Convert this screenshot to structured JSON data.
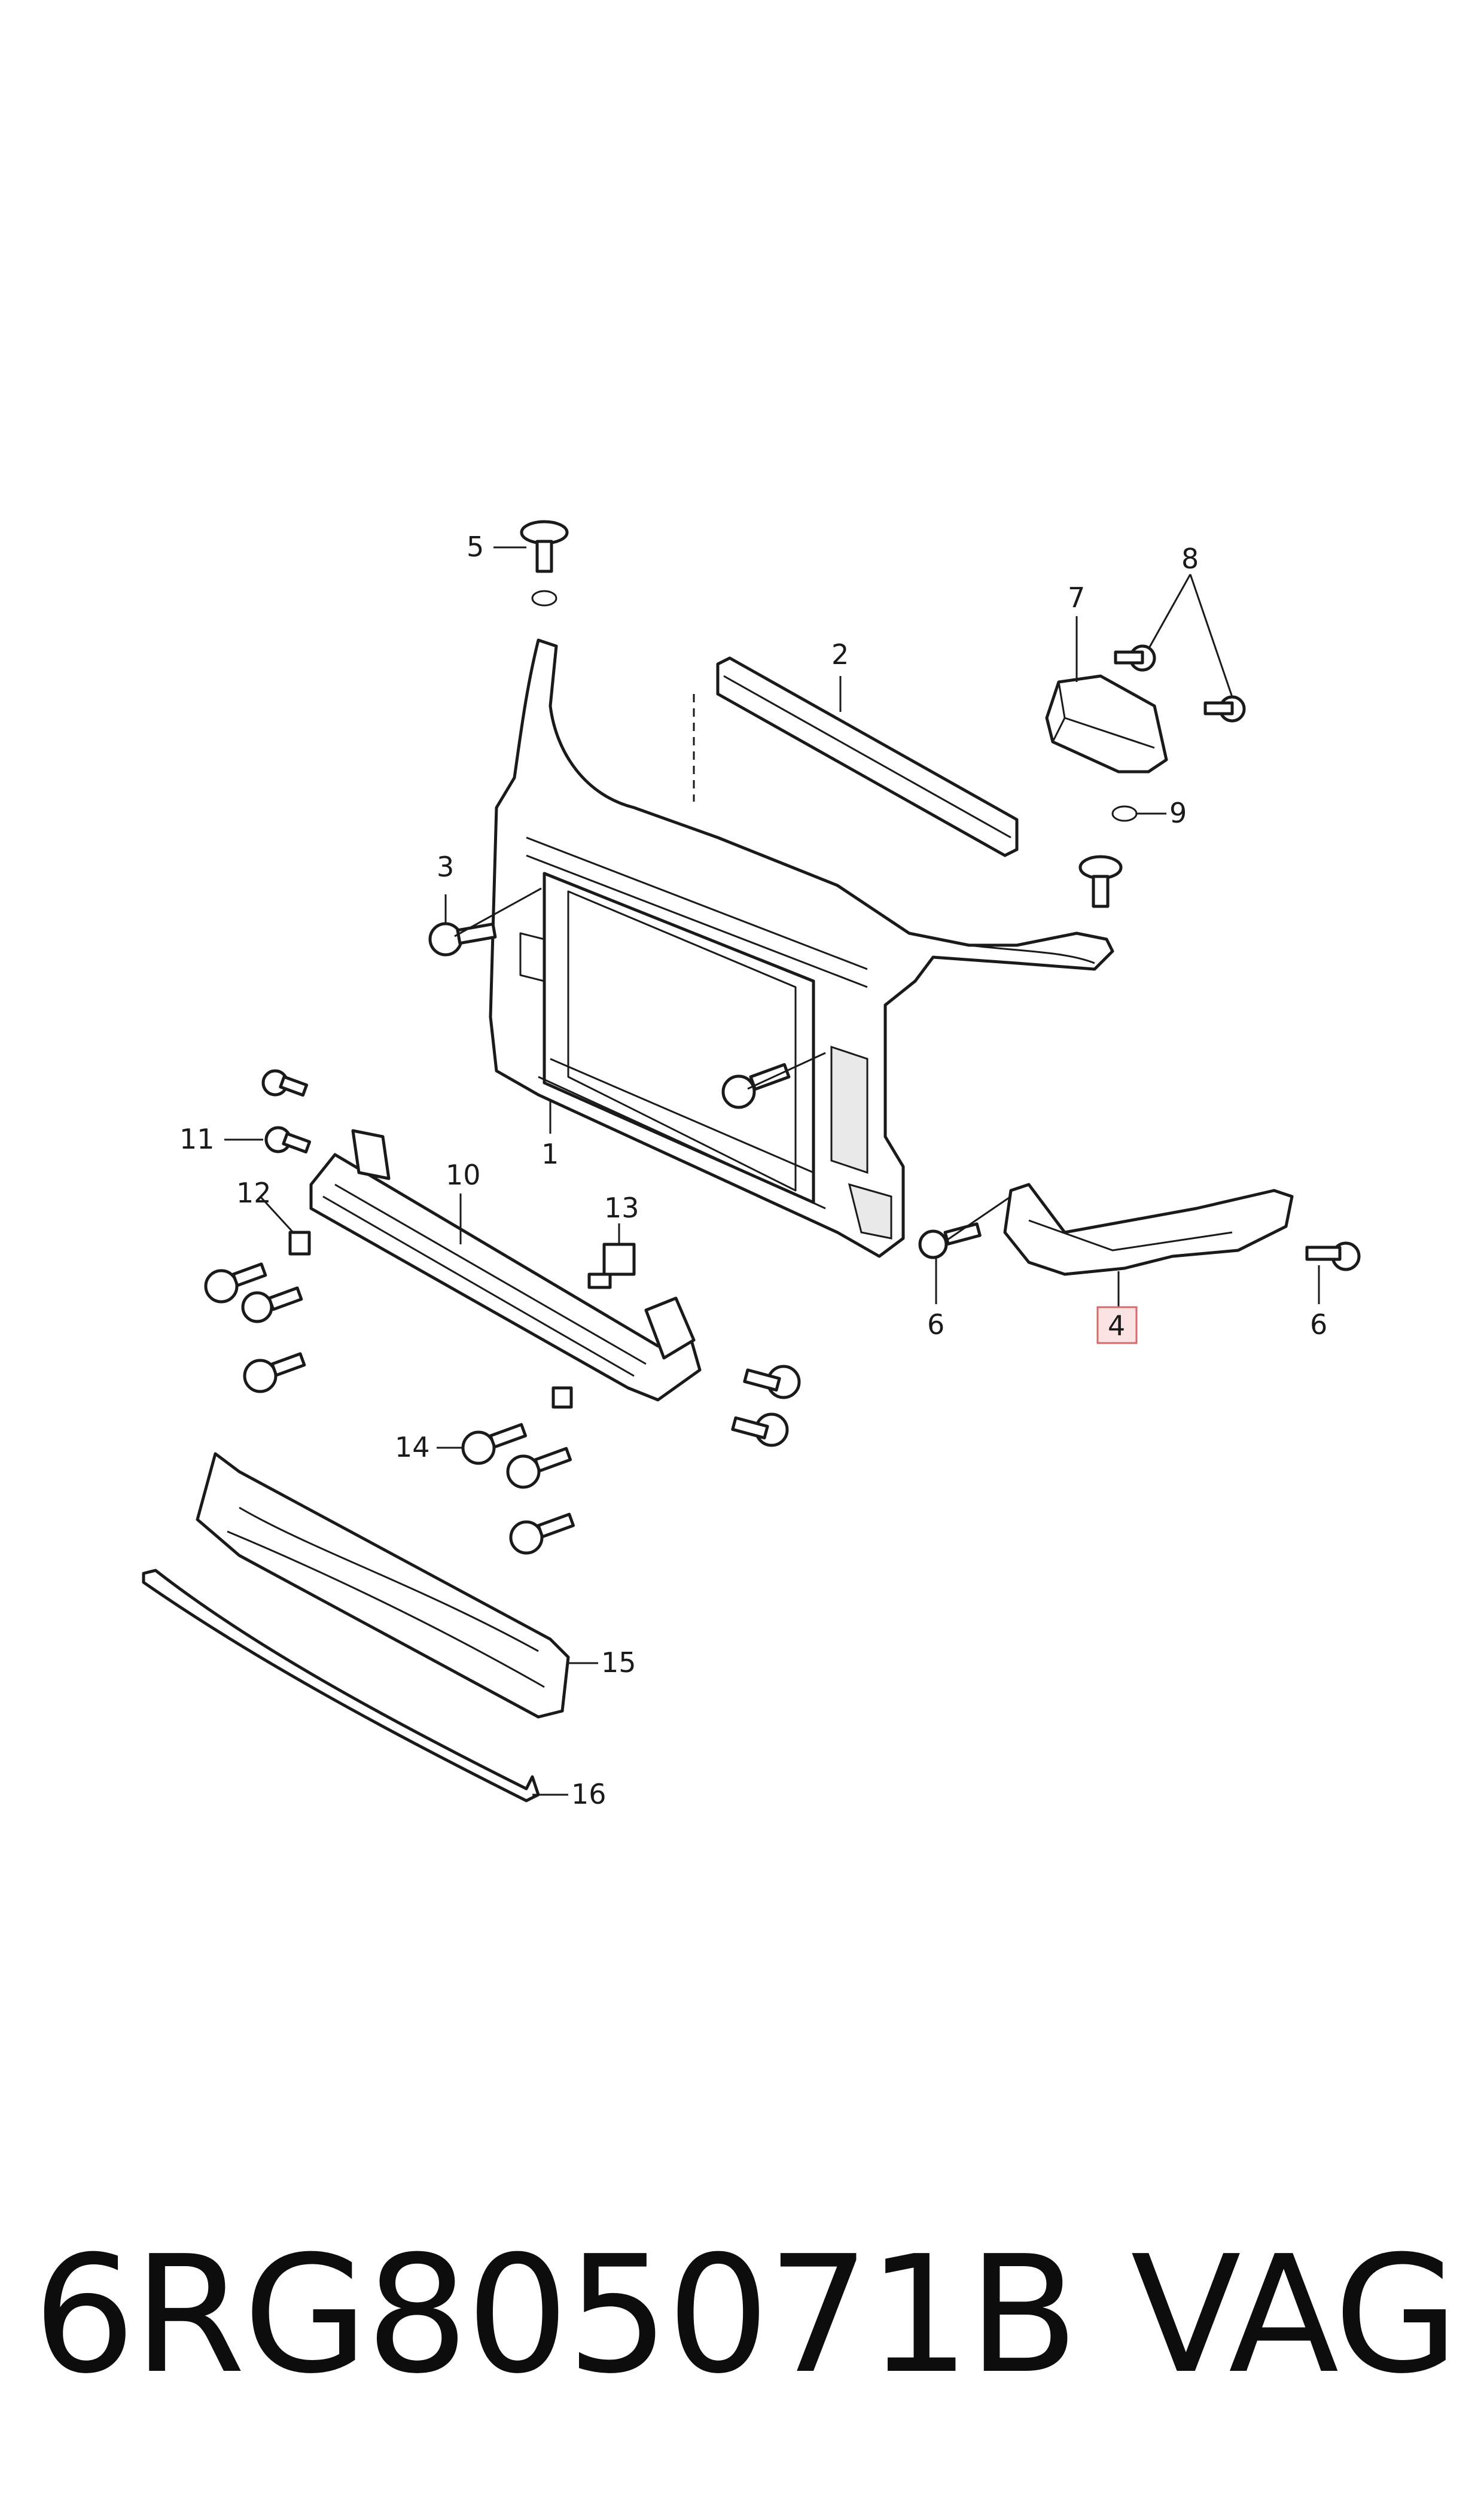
{
  "callouts": [
    {
      "id": "1",
      "label": "1"
    },
    {
      "id": "2",
      "label": "2"
    },
    {
      "id": "3",
      "label": "3"
    },
    {
      "id": "4",
      "label": "4",
      "highlighted": true
    },
    {
      "id": "5",
      "label": "5"
    },
    {
      "id": "6a",
      "label": "6"
    },
    {
      "id": "6b",
      "label": "6"
    },
    {
      "id": "7",
      "label": "7"
    },
    {
      "id": "8",
      "label": "8"
    },
    {
      "id": "9",
      "label": "9"
    },
    {
      "id": "10",
      "label": "10"
    },
    {
      "id": "11",
      "label": "11"
    },
    {
      "id": "12",
      "label": "12"
    },
    {
      "id": "13",
      "label": "13"
    },
    {
      "id": "14",
      "label": "14"
    },
    {
      "id": "15",
      "label": "15"
    },
    {
      "id": "16",
      "label": "16"
    }
  ],
  "footer": {
    "part_number": "6RG805071B",
    "brand": "VAG"
  },
  "colors": {
    "line": "#1a1a1a",
    "highlight_fill": "#fbe3e3",
    "highlight_border": "#d46a6a"
  }
}
